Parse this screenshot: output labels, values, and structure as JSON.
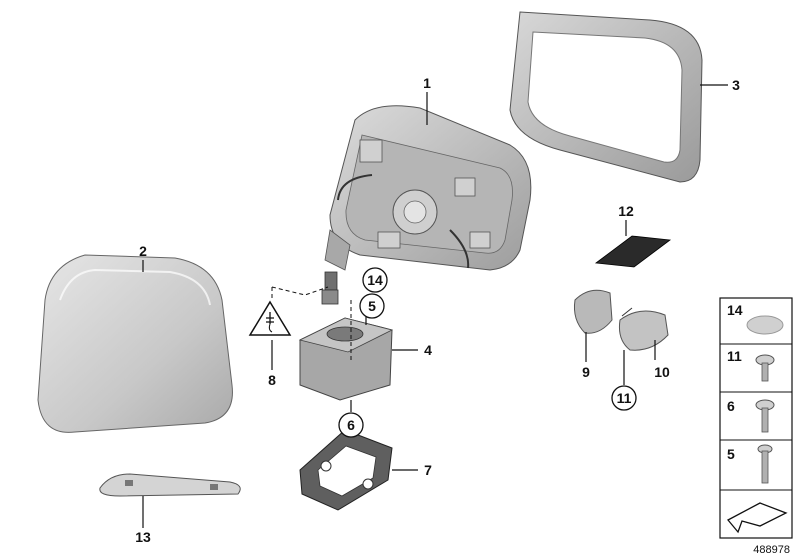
{
  "diagram_id": "488978",
  "callouts": {
    "c1": "1",
    "c2": "2",
    "c3": "3",
    "c4": "4",
    "c5": "5",
    "c6": "6",
    "c7": "7",
    "c8": "8",
    "c9": "9",
    "c10": "10",
    "c11": "11",
    "c12": "12",
    "c13": "13",
    "c14": "14"
  },
  "legend": {
    "r14": "14",
    "r11": "11",
    "r6": "6",
    "r5": "5"
  },
  "colors": {
    "part_gray": "#c9c9c9",
    "part_dark": "#8f8f8f",
    "line": "#111111"
  }
}
